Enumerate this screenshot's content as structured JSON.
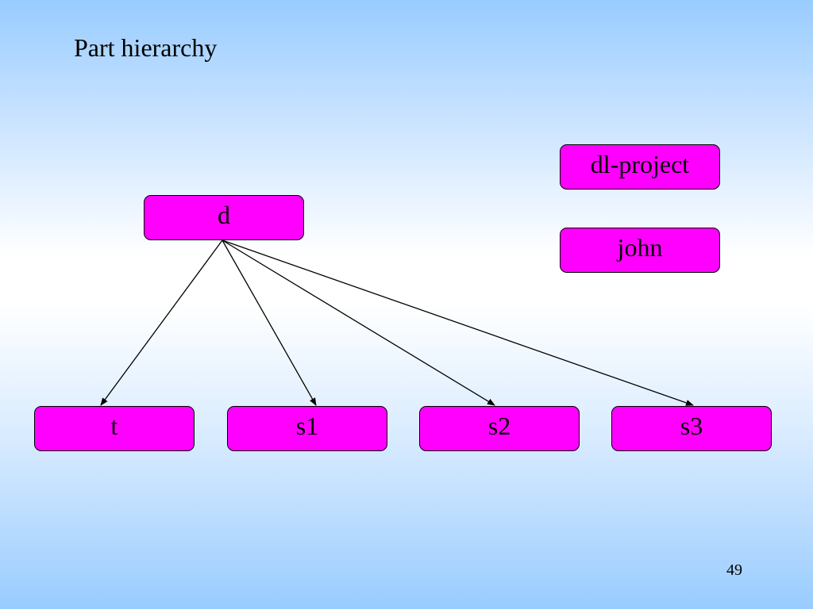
{
  "slide": {
    "title": "Part hierarchy",
    "page_number": "49"
  },
  "diagram": {
    "node_fill": "#ff00ff",
    "nodes": {
      "d": "d",
      "dl_project": "dl-project",
      "john": "john",
      "t": "t",
      "s1": "s1",
      "s2": "s2",
      "s3": "s3"
    },
    "edges": [
      {
        "from": "d",
        "to": "t"
      },
      {
        "from": "d",
        "to": "s1"
      },
      {
        "from": "d",
        "to": "s2"
      },
      {
        "from": "d",
        "to": "s3"
      }
    ]
  }
}
